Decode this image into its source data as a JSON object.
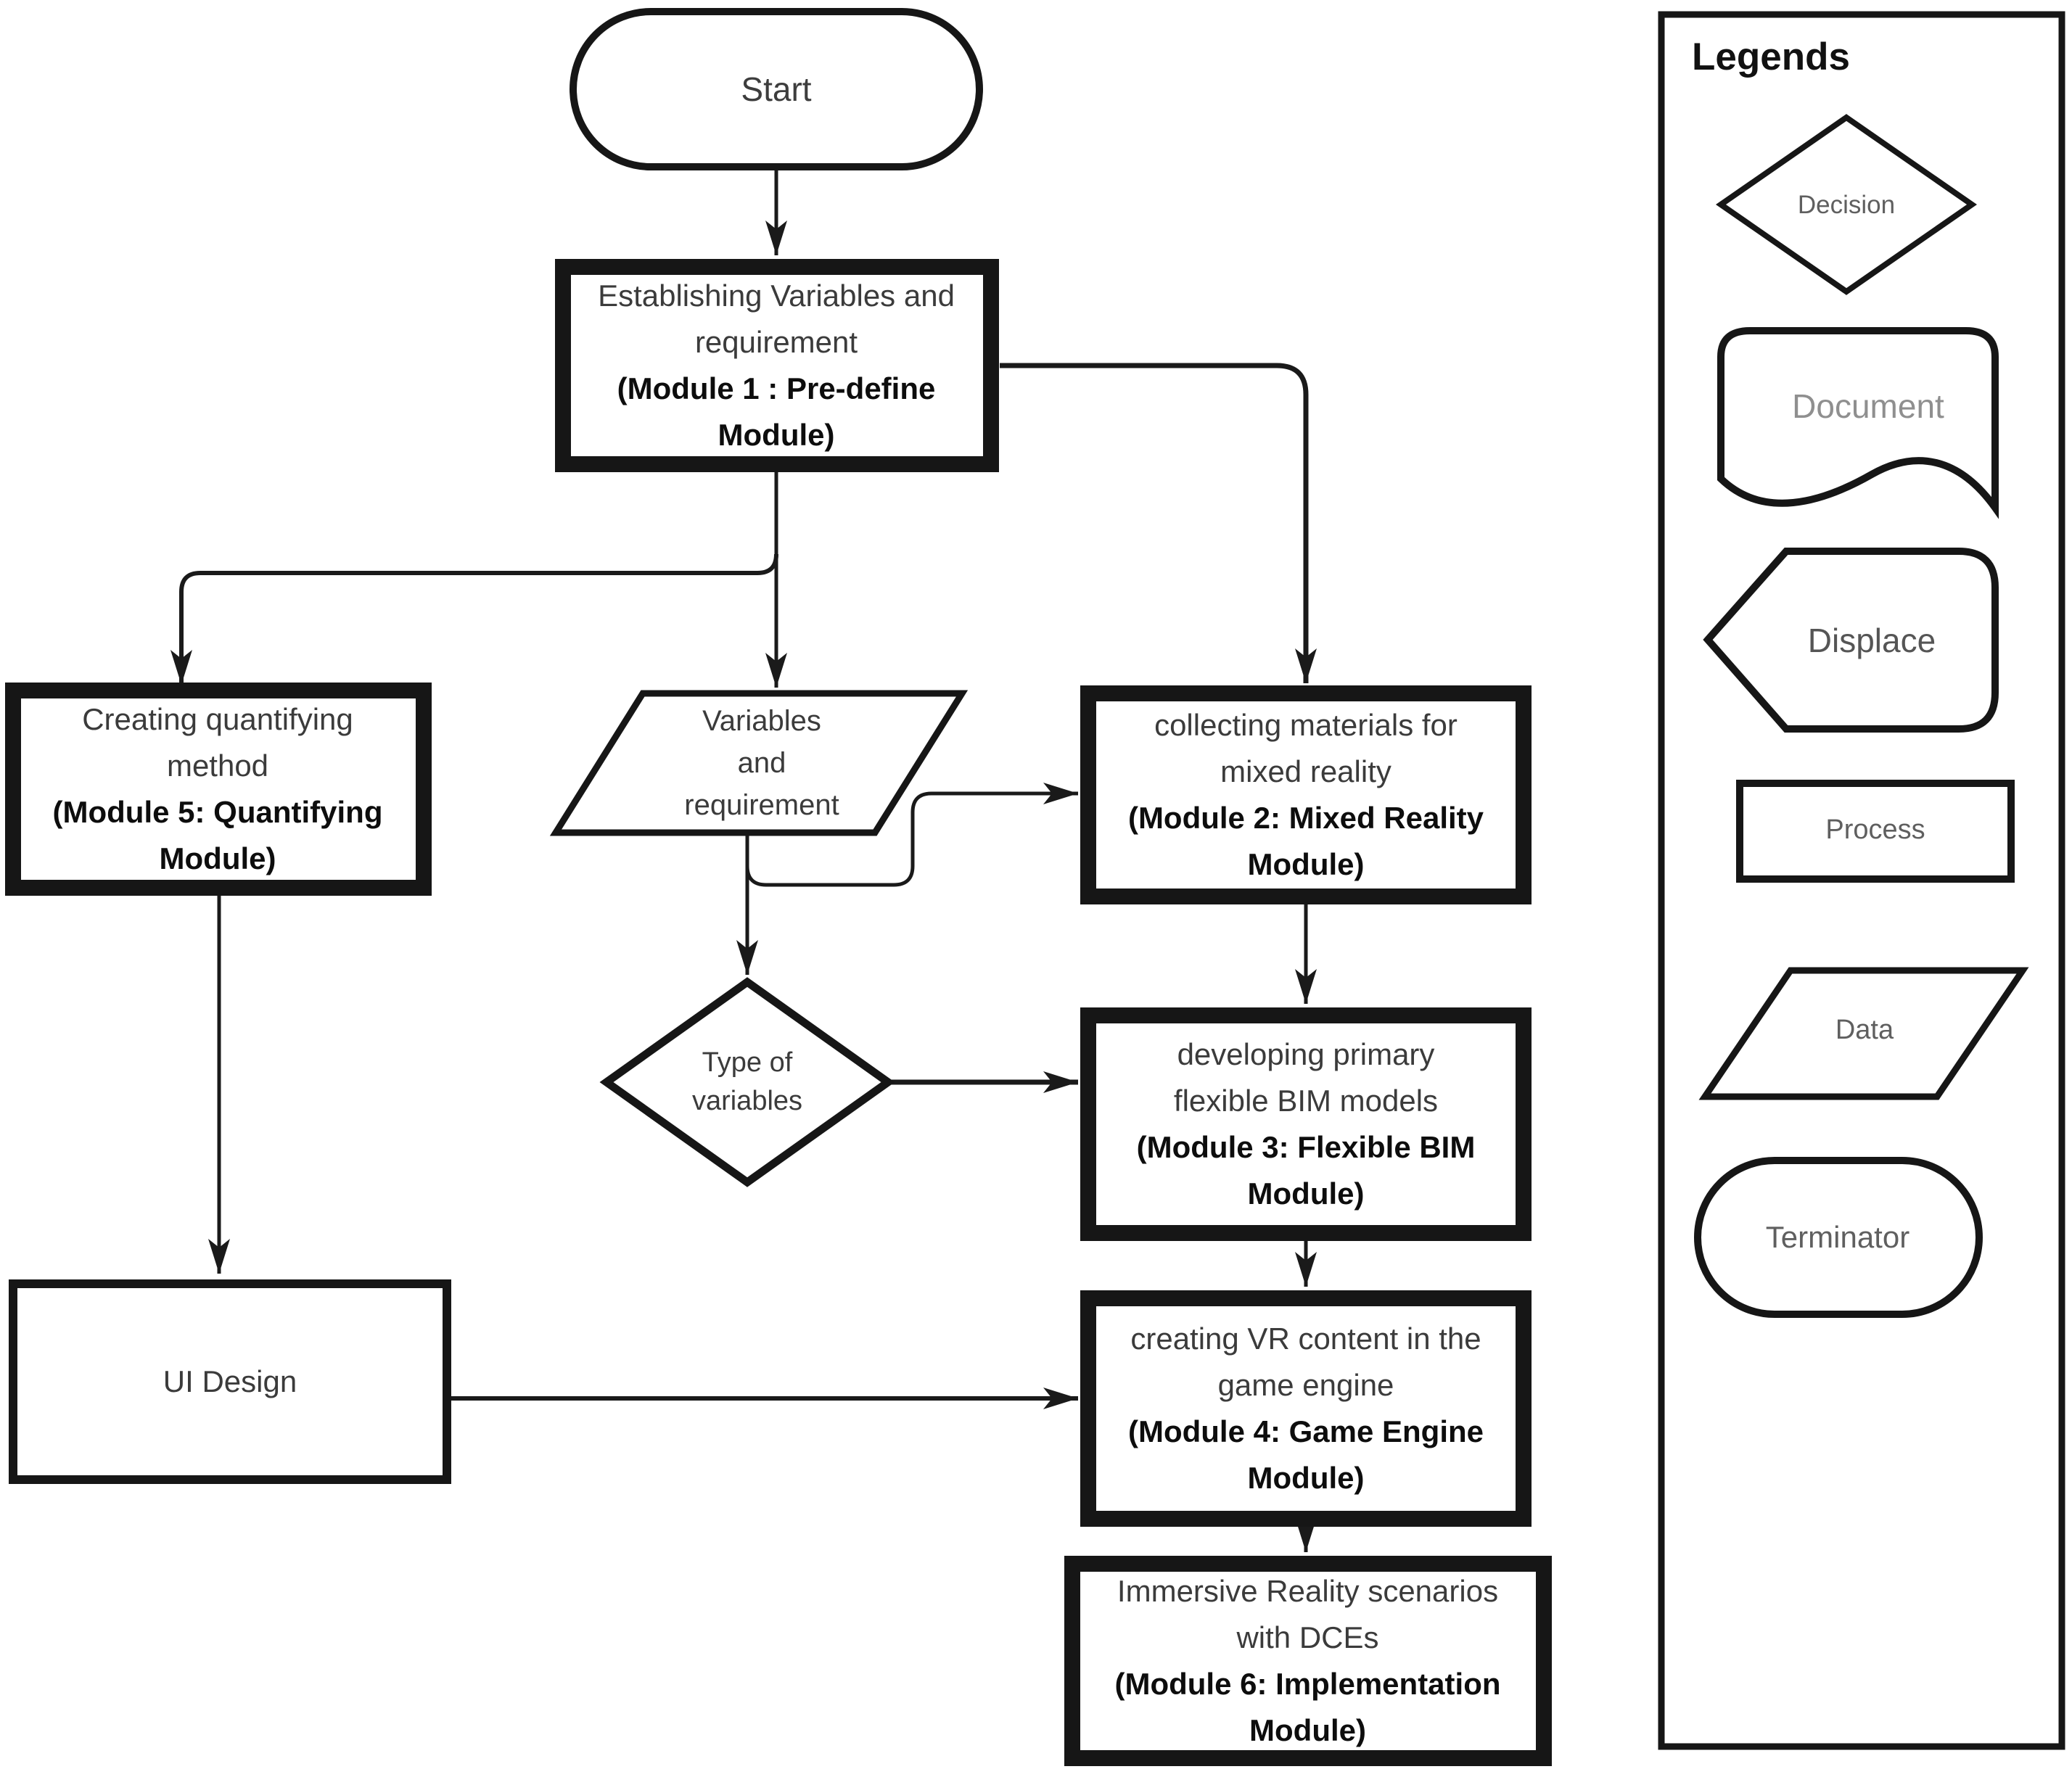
{
  "nodes": {
    "start": {
      "label": "Start"
    },
    "module1": {
      "line1": "Establishing Variables and",
      "line2": "requirement",
      "bold1": "(Module 1 : Pre-define",
      "bold2": "Module)"
    },
    "module5": {
      "line1": "Creating quantifying",
      "line2": "method",
      "bold1": "(Module 5: Quantifying",
      "bold2": "Module)"
    },
    "variables_data": {
      "line1": "Variables",
      "line2": "and",
      "line3": "requirement"
    },
    "module2": {
      "line1": "collecting materials for",
      "line2": "mixed reality",
      "bold1": "(Module 2: Mixed Reality",
      "bold2": "Module)"
    },
    "type_decision": {
      "line1": "Type of",
      "line2": "variables"
    },
    "module3": {
      "line1": "developing primary",
      "line2": "flexible BIM models",
      "bold1": "(Module 3: Flexible BIM",
      "bold2": "Module)"
    },
    "ui_design": {
      "label": "UI Design"
    },
    "module4": {
      "line1": "creating VR content in the",
      "line2": "game engine",
      "bold1": "(Module 4: Game Engine",
      "bold2": "Module)"
    },
    "module6": {
      "line1": "Immersive Reality scenarios",
      "line2": "with DCEs",
      "bold1": "(Module 6: Implementation",
      "bold2": "Module)"
    }
  },
  "legend": {
    "title": "Legends",
    "items": [
      {
        "shape": "decision",
        "label": "Decision"
      },
      {
        "shape": "document",
        "label": "Document"
      },
      {
        "shape": "displace",
        "label": "Displace"
      },
      {
        "shape": "process",
        "label": "Process"
      },
      {
        "shape": "data",
        "label": "Data"
      },
      {
        "shape": "terminator",
        "label": "Terminator"
      }
    ]
  },
  "colors": {
    "line": "#1a1a1a",
    "text_regular": "#3b3b3b",
    "text_bold": "#0d0d0d",
    "legend_label": "#5f5f5f",
    "background": "#ffffff"
  }
}
